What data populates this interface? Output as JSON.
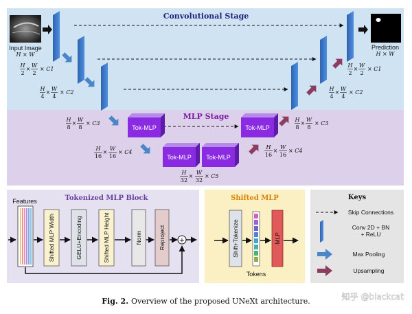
{
  "stages": {
    "conv_title": "Convolutional Stage",
    "mlp_title": "MLP Stage"
  },
  "labels": {
    "input_image": "Input Image",
    "input_dims": "H × W",
    "prediction": "Prediction",
    "prediction_dims": "H × W",
    "tok_mlp": "Tok-MLP"
  },
  "dims": {
    "d1": {
      "h": "H",
      "hd": "2",
      "w": "W",
      "wd": "2",
      "c": "× C1"
    },
    "d2": {
      "h": "H",
      "hd": "4",
      "w": "W",
      "wd": "4",
      "c": "× C2"
    },
    "d3": {
      "h": "H",
      "hd": "8",
      "w": "W",
      "wd": "8",
      "c": "× C3"
    },
    "d4": {
      "h": "H",
      "hd": "16",
      "w": "W",
      "wd": "16",
      "c": "× C4"
    },
    "d5": {
      "h": "H",
      "hd": "32",
      "w": "W",
      "wd": "32",
      "c": "× C5"
    }
  },
  "tok_block": {
    "title": "Tokenized MLP Block",
    "features": "Features",
    "layers": [
      "Shifted MLP Width",
      "GELU+Encoding",
      "Shifted MLP Height",
      "Norm",
      "Reproject"
    ],
    "plus": "+"
  },
  "shifted": {
    "title": "Shifted MLP",
    "shift_tokenize": "Shift+Tokenize",
    "mlp": "MLP",
    "tokens": "Tokens"
  },
  "keys": {
    "title": "Keys",
    "skip": "Skip Connections",
    "conv": "Conv 2D + BN + ReLU",
    "maxpool": "Max Pooling",
    "upsampling": "Upsampling"
  },
  "caption": {
    "prefix": "Fig. 2.",
    "text": "Overview of the proposed UNeXt architecture."
  },
  "watermark": "知乎 @blackcat",
  "colors": {
    "conv_bg": "#cfe3f3",
    "mlp_bg": "#ddd0ea",
    "tok_bg": "#e6e1f1",
    "shifted_bg": "#fbf0c4",
    "keys_bg": "#e5e5e5",
    "conv_block": "#3a75c4",
    "tok_mlp": "#8a2be2",
    "pool_arrow": "#4a86c8",
    "up_arrow": "#8c3c60",
    "stage_blue": "#1a237e",
    "stage_purple": "#7a1fa2",
    "tok_title": "#6a3fa0",
    "shifted_title": "#d98200"
  }
}
